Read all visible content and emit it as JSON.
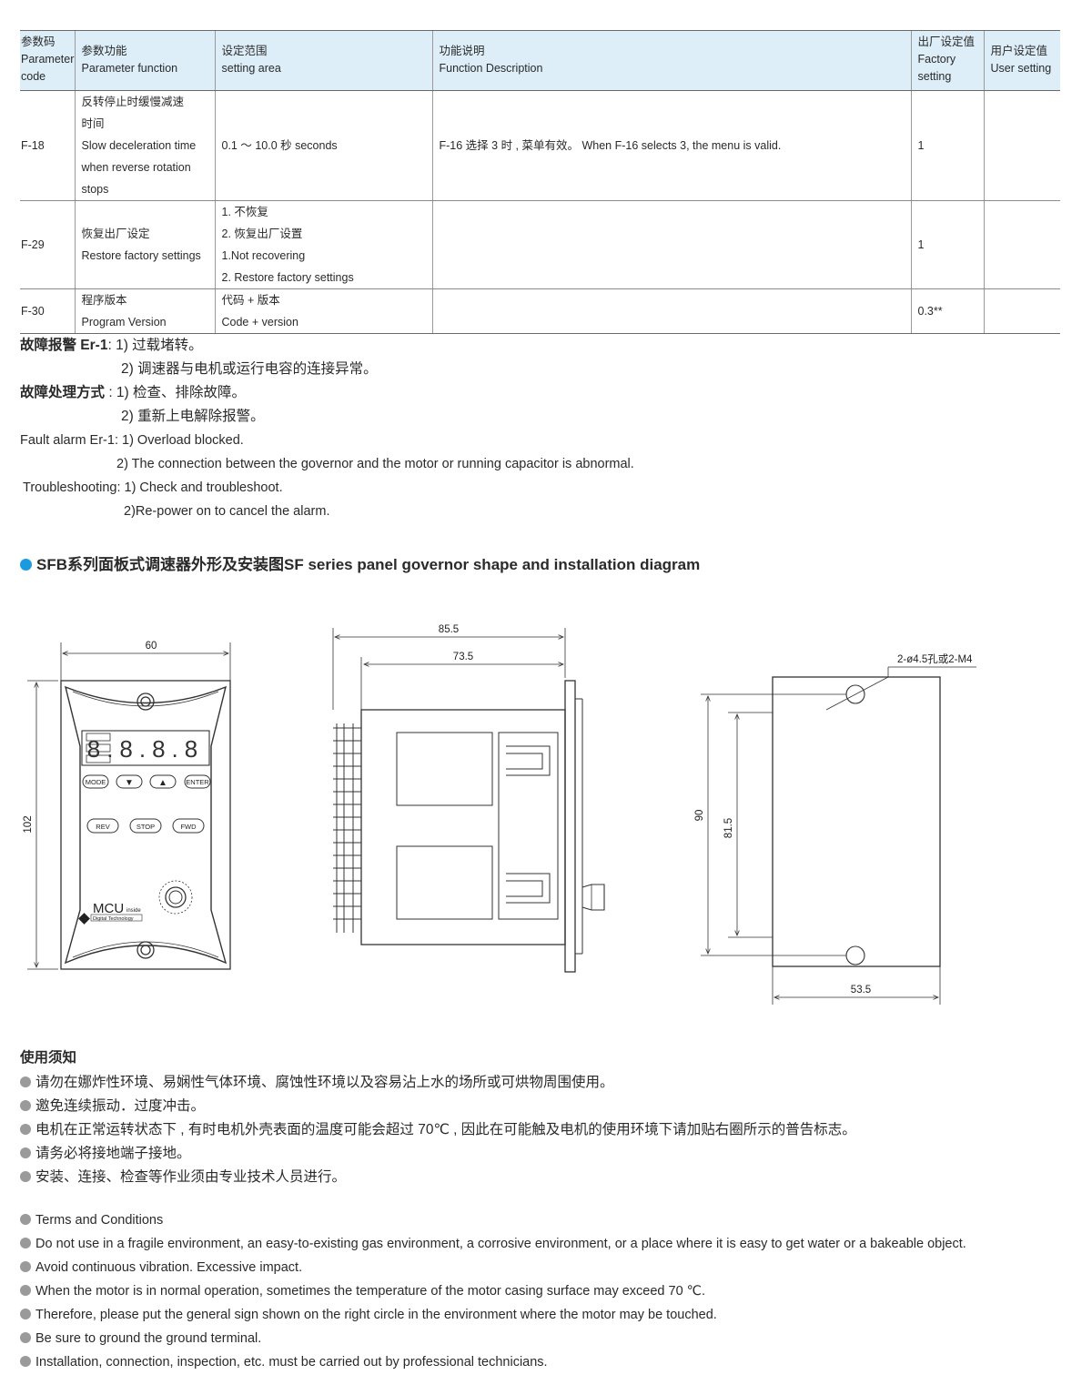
{
  "table": {
    "headers": [
      {
        "zh": "参数码",
        "en1": "Parameter",
        "en2": "code"
      },
      {
        "zh": "参数功能",
        "en1": "Parameter function",
        "en2": ""
      },
      {
        "zh": "设定范围",
        "en1": "setting area",
        "en2": ""
      },
      {
        "zh": "功能说明",
        "en1": "Function Description",
        "en2": ""
      },
      {
        "zh": "出厂设定值",
        "en1": "Factory",
        "en2": "setting"
      },
      {
        "zh": "用户设定值",
        "en1": "User setting",
        "en2": ""
      }
    ],
    "rows": [
      {
        "code": "F-18",
        "function": [
          "反转停止时缓慢减速",
          "时间",
          "Slow deceleration time",
          "when reverse rotation",
          "stops"
        ],
        "range": [
          "0.1 ～ 10.0 秒 seconds"
        ],
        "description": "F-16 选择 3 时 , 菜单有效。 When F-16 selects 3, the menu is valid.",
        "factory": "1",
        "user": ""
      },
      {
        "code": "F-29",
        "function": [
          "恢复出厂设定",
          "Restore factory settings"
        ],
        "range": [
          "1. 不恢复",
          "2. 恢复出厂设置",
          "1.Not recovering",
          "2. Restore factory settings"
        ],
        "description": "",
        "factory": "1",
        "user": ""
      },
      {
        "code": "F-30",
        "function": [
          "程序版本",
          "Program Version"
        ],
        "range": [
          "代码 + 版本",
          " Code + version"
        ],
        "description": "",
        "factory": "0.3**",
        "user": ""
      }
    ]
  },
  "fault": {
    "zh_alarm_label": "故障报警 Er-1",
    "zh_alarm_1": ": 1) 过载堵转。",
    "zh_alarm_2": "2) 调速器与电机或运行电容的连接异常。",
    "zh_handle_label": "故障处理方式",
    "zh_handle_1": " : 1) 检查、排除故障。",
    "zh_handle_2": "2) 重新上电解除报警。",
    "en_alarm_1": "Fault alarm Er-1: 1) Overload blocked.",
    "en_alarm_2": "2) The connection between the governor and the motor or running capacitor is abnormal.",
    "en_trouble_1": "Troubleshooting: 1) Check and troubleshoot.",
    "en_trouble_2": "2)Re-power on to cancel the alarm."
  },
  "section": {
    "title_zh": "SFB系列面板式调速器外形及安装图",
    "title_en": "SF series panel governor shape and installation diagram",
    "accent_color": "#1a9be0"
  },
  "diagram": {
    "front": {
      "width_dim": "60",
      "height_dim": "102",
      "display": "8.8.8.8",
      "buttons": [
        "MODE",
        "▼",
        "▲",
        "ENTER"
      ],
      "buttons2": [
        "REV",
        "STOP",
        "FWD"
      ],
      "logo": "MCU",
      "logo_sup": "inside",
      "logo_sub": "Digital Technology"
    },
    "side": {
      "overall_dim": "85.5",
      "body_dim": "73.5"
    },
    "back": {
      "hole_label": "2-ø4.5孔或2-M4",
      "height_dim": "90",
      "hole_pitch_dim": "81.5",
      "width_dim": "53.5"
    }
  },
  "notes": {
    "head": "使用须知",
    "zh": [
      "请勿在娜炸性环境、易娴性气体环境、腐蚀性环境以及容易沾上水的场所或可烘物周围使用。",
      "邀免连续振动．过度冲击。",
      "电机在正常运转状态下 , 有时电机外壳表面的温度可能会超过 70℃ , 因此在可能触及电机的使用环境下请加贴右圈所示的普告标志。",
      "请务必将接地端子接地。",
      "安装、连接、检查等作业须由专业技术人员进行。"
    ],
    "en": [
      "Terms and Conditions",
      "Do not use in a fragile environment, an easy-to-existing gas environment, a corrosive environment, or a place where it is easy to get water or a bakeable object.",
      "Avoid continuous vibration. Excessive impact.",
      "When the motor is in normal operation, sometimes the temperature of the motor casing surface may exceed 70 ℃.",
      "Therefore, please put the general sign shown on the right circle in the environment where the motor may be touched.",
      "Be sure to ground the ground terminal.",
      "Installation, connection, inspection, etc. must be carried out by professional technicians."
    ]
  }
}
